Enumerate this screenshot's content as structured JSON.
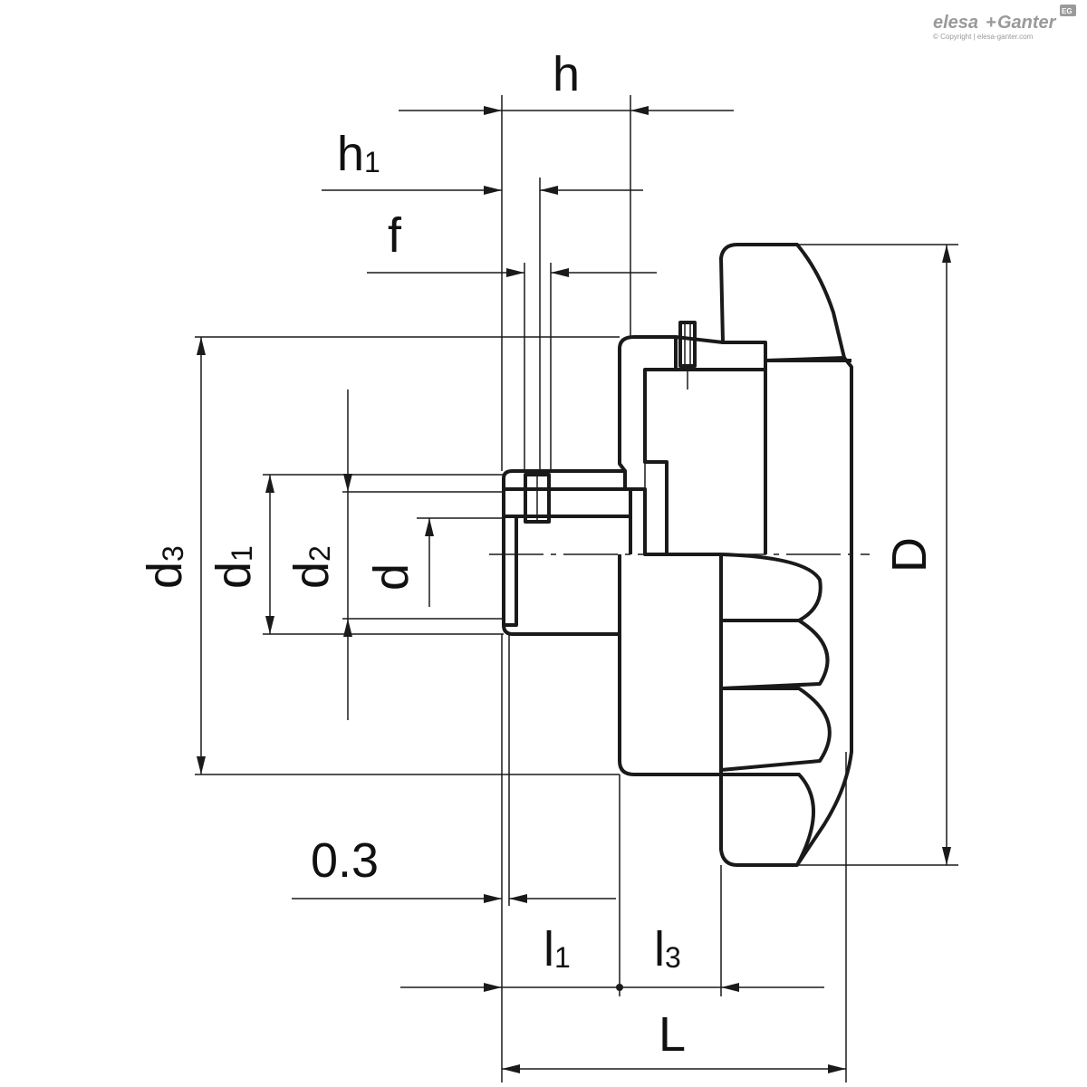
{
  "brand": {
    "logo_elesa": "elesa",
    "logo_plus": "+",
    "logo_ganter": "Ganter",
    "badge": "EG",
    "copyright": "© Copyright | elesa-ganter.com"
  },
  "dimensions": {
    "h": "h",
    "h1": {
      "base": "h",
      "sub": "1"
    },
    "f": "f",
    "d3": {
      "base": "d",
      "sub": "3"
    },
    "d1": {
      "base": "d",
      "sub": "1"
    },
    "d2": {
      "base": "d",
      "sub": "2"
    },
    "d": "d",
    "D": "D",
    "clearance": "0.3",
    "l1": {
      "base": "l",
      "sub": "1"
    },
    "l3": {
      "base": "l",
      "sub": "3"
    },
    "L": "L"
  },
  "colors": {
    "line": "#1a1a1a",
    "logo": "#9a9a9a"
  }
}
